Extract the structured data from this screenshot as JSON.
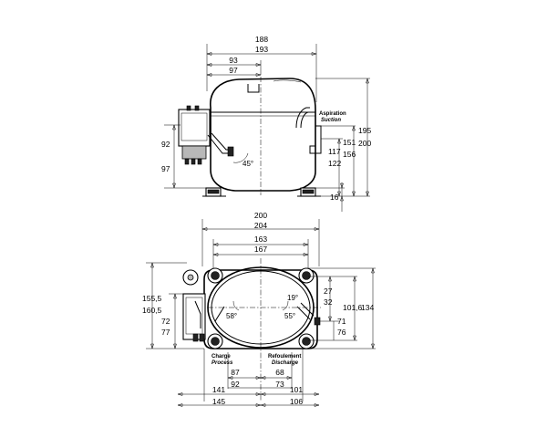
{
  "side_view": {
    "overall_width_a": "188",
    "overall_width_b": "193",
    "half_width_a": "93",
    "half_width_b": "97",
    "height_a": "195",
    "height_b": "200",
    "suction_height_a": "151",
    "suction_height_b": "156",
    "suction_stub_a": "117",
    "suction_stub_b": "122",
    "foot_height": "16",
    "box_height_a": "92",
    "box_height_b": "97",
    "angle": "45°",
    "suction_label": "Aspiration",
    "suction_label_en": "Suction"
  },
  "top_view": {
    "width_a": "200",
    "width_b": "204",
    "mount_a": "163",
    "mount_b": "167",
    "depth_a": "155,5",
    "depth_b": "160,5",
    "box_depth_a": "72",
    "box_depth_b": "77",
    "depth_right": "134",
    "depth_right_inner": "101,6",
    "stub_a": "27",
    "stub_b": "32",
    "stub_c": "71",
    "stub_d": "76",
    "angle_left": "58°",
    "angle_right": "55°",
    "angle_top": "19°",
    "charge_label": "Charge",
    "charge_label_en": "Process",
    "discharge_label": "Refoulement",
    "discharge_label_en": "Discharge",
    "off_left_a": "87",
    "off_left_b": "92",
    "off_right_a": "68",
    "off_right_b": "73",
    "bottom_left_a": "141",
    "bottom_left_b": "145",
    "bottom_right_a": "101",
    "bottom_right_b": "106"
  }
}
